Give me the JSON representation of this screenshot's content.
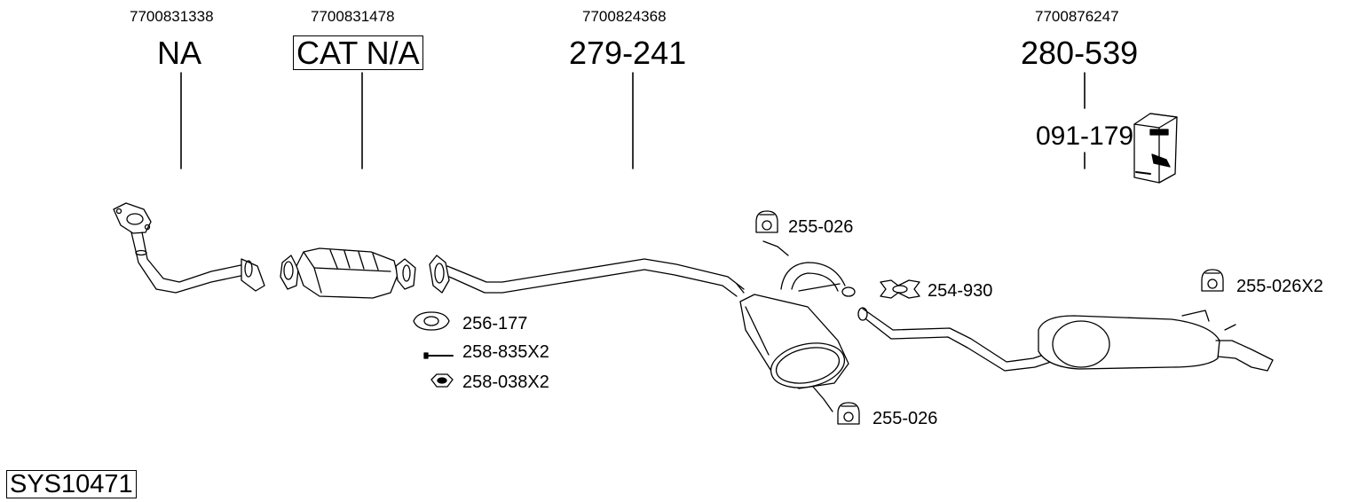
{
  "parts": [
    {
      "oe_number": "7700831338",
      "part_number": "NA",
      "boxed": false
    },
    {
      "oe_number": "7700831478",
      "part_number": "CAT N/A",
      "boxed": true
    },
    {
      "oe_number": "7700824368",
      "part_number": "279-241",
      "boxed": false
    },
    {
      "oe_number": "7700876247",
      "part_number": "280-539",
      "boxed": false
    }
  ],
  "kit_number": "091-179",
  "accessories": {
    "hanger_top": "255-026",
    "clamp": "254-930",
    "hanger_rear": "255-026X2",
    "gasket": "256-177",
    "bolt": "258-835X2",
    "nut": "258-038X2",
    "hanger_bottom": "255-026"
  },
  "system_id": "SYS10471"
}
